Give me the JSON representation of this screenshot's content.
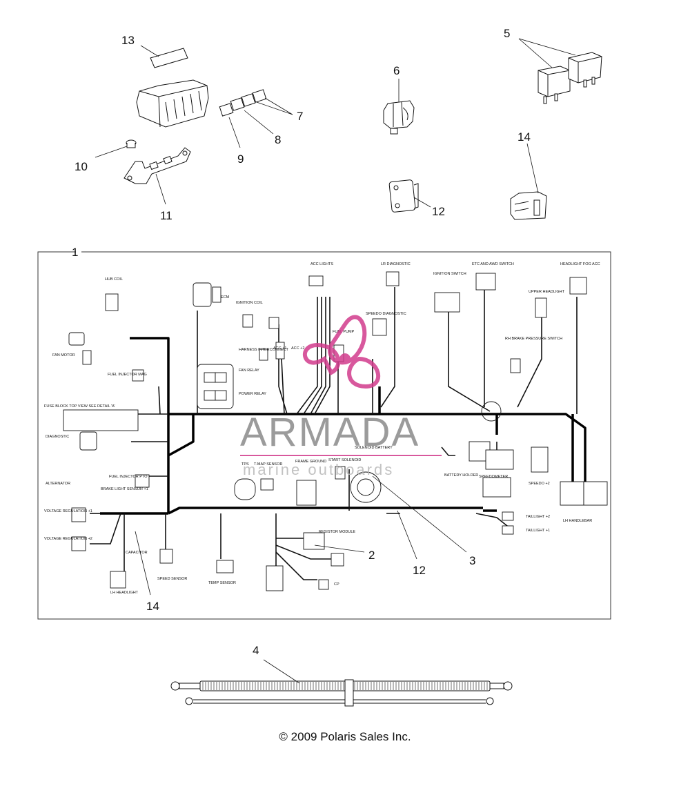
{
  "callouts": {
    "c1": "1",
    "c2": "2",
    "c3": "3",
    "c4": "4",
    "c5": "5",
    "c6": "6",
    "c7": "7",
    "c8": "8",
    "c9": "9",
    "c10": "10",
    "c11": "11",
    "c12a": "12",
    "c12b": "12",
    "c13": "13",
    "c14a": "14",
    "c14b": "14"
  },
  "harness_labels": {
    "hub_coil": "HUB COIL",
    "ecm": "ECM",
    "ignition_coil": "IGNITION COIL",
    "acc_lights": "ACC LIGHTS",
    "lr_diagnostic": "LR DIAGNOSTIC",
    "ignition_switch": "IGNITION SWITCH",
    "etc_awd_switch": "ETC AND AWD SWITCH",
    "upper_headlight": "UPPER HEADLIGHT",
    "headlight_fog_acc": "HEADLIGHT FOG ACC",
    "fan_motor": "FAN MOTOR",
    "fuel_injector_mag": "FUEL INJECTOR MAG",
    "harness_interconnect": "HARNESS INTERCONNECT",
    "acc1": "ACC +1",
    "acc2": "ACC +2",
    "fuel_pump": "FUEL PUMP",
    "speedo_diagnostic": "SPEEDO DIAGNOSTIC",
    "rh_brake_switch": "RH BRAKE PRESSURE SWITCH",
    "fan_relay": "FAN RELAY",
    "power_relay": "POWER RELAY",
    "fuse_block": "FUSE BLOCK TOP VIEW SEE DETAIL 'A'",
    "diagnostic": "DIAGNOSTIC",
    "alternator": "ALTERNATOR",
    "brake_light_sensor": "BRAKE LIGHT SENSOR +1",
    "fuel_injector_pto": "FUEL INJECTOR PTO",
    "voltage_reg1": "VOLTAGE REGULATION +1",
    "voltage_reg2": "VOLTAGE REGULATION +2",
    "tps": "TPS",
    "tmap_sensor": "T-MAP SENSOR",
    "frame_ground": "FRAME GROUND",
    "start_solenoid": "START SOLENOID",
    "solenoid_battery": "SOLENOID BATTERY",
    "battery_holder": "BATTERY HOLDER",
    "speedometer": "SPEEDOMETER",
    "speedo2": "SPEEDO +2",
    "lh_handlebar": "LH HANDLEBAR",
    "taillight2": "TAILLIGHT +2",
    "taillight1": "TAILLIGHT +1",
    "capacitor": "CAPACITOR",
    "speed_sensor": "SPEED SENSOR",
    "temp_sensor": "TEMP SENSOR",
    "resistor_module": "RESISTOR MODULE",
    "cp": "CP",
    "lh_headlight": "LH HEADLIGHT"
  },
  "watermark": {
    "brand": "ARMADA",
    "sub": "marine outboards",
    "accent_color": "#d23c8c"
  },
  "copyright": "© 2009 Polaris Sales Inc.",
  "colors": {
    "line": "#111111",
    "wire_heavy": "#000000",
    "frame": "#333333"
  }
}
